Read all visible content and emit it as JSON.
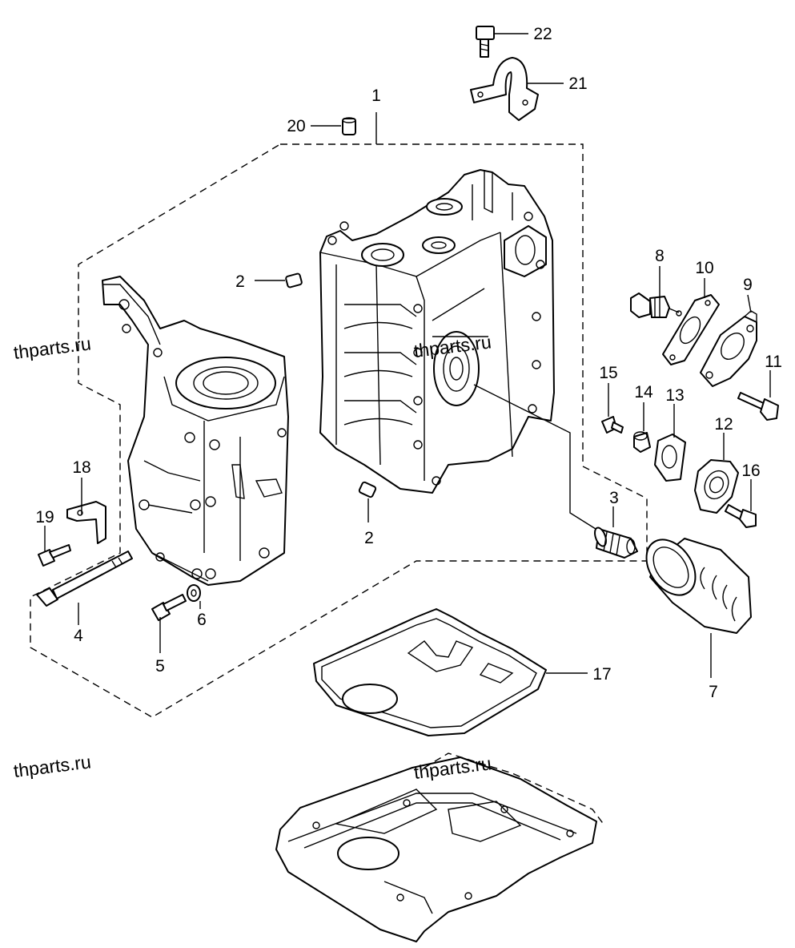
{
  "watermark": "thparts.ru",
  "callouts": {
    "c1": "1",
    "c2a": "2",
    "c2b": "2",
    "c3": "3",
    "c4": "4",
    "c5": "5",
    "c6": "6",
    "c7": "7",
    "c8": "8",
    "c9": "9",
    "c10": "10",
    "c11": "11",
    "c12": "12",
    "c13": "13",
    "c14": "14",
    "c15": "15",
    "c16": "16",
    "c17": "17",
    "c18": "18",
    "c19": "19",
    "c20": "20",
    "c21": "21",
    "c22": "22"
  }
}
